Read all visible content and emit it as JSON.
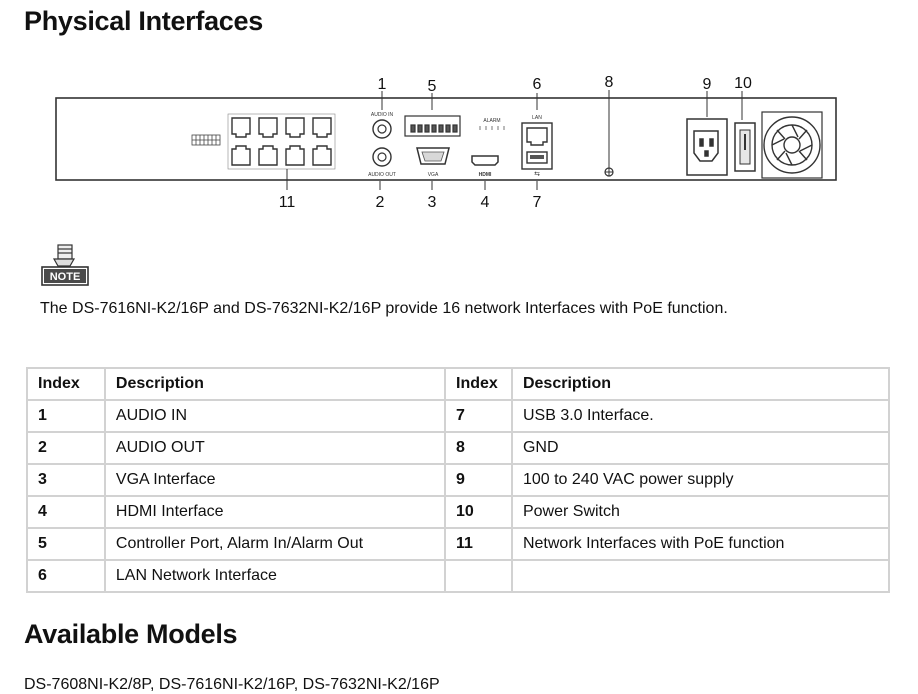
{
  "headings": {
    "physical": "Physical Interfaces",
    "models": "Available Models"
  },
  "diagram": {
    "callouts_top": [
      "1",
      "5",
      "6",
      "8",
      "9",
      "10"
    ],
    "callouts_bottom": [
      "11",
      "2",
      "3",
      "4",
      "7"
    ],
    "port_labels": {
      "audio_in": "AUDIO IN",
      "audio_out": "AUDIO OUT",
      "vga": "VGA",
      "hdmi": "HDMI",
      "lan": "LAN",
      "alarm": "ALARM"
    }
  },
  "note": {
    "icon_label": "NOTE",
    "text": "The DS-7616NI-K2/16P and DS-7632NI-K2/16P provide 16 network Interfaces with PoE function."
  },
  "table": {
    "headers": [
      "Index",
      "Description",
      "Index",
      "Description"
    ],
    "rows": [
      {
        "i1": "1",
        "d1": "AUDIO IN",
        "i2": "7",
        "d2": "USB 3.0 Interface."
      },
      {
        "i1": "2",
        "d1": "AUDIO OUT",
        "i2": "8",
        "d2": "GND"
      },
      {
        "i1": "3",
        "d1": "VGA Interface",
        "i2": "9",
        "d2": "100 to 240 VAC power supply"
      },
      {
        "i1": "4",
        "d1": "HDMI Interface",
        "i2": "10",
        "d2": "Power Switch"
      },
      {
        "i1": "5",
        "d1": "Controller Port, Alarm In/Alarm Out",
        "i2": "11",
        "d2": "Network Interfaces with PoE function"
      },
      {
        "i1": "6",
        "d1": "LAN Network Interface",
        "i2": "",
        "d2": ""
      }
    ]
  },
  "models_line": "DS-7608NI-K2/8P, DS-7616NI-K2/16P, DS-7632NI-K2/16P"
}
